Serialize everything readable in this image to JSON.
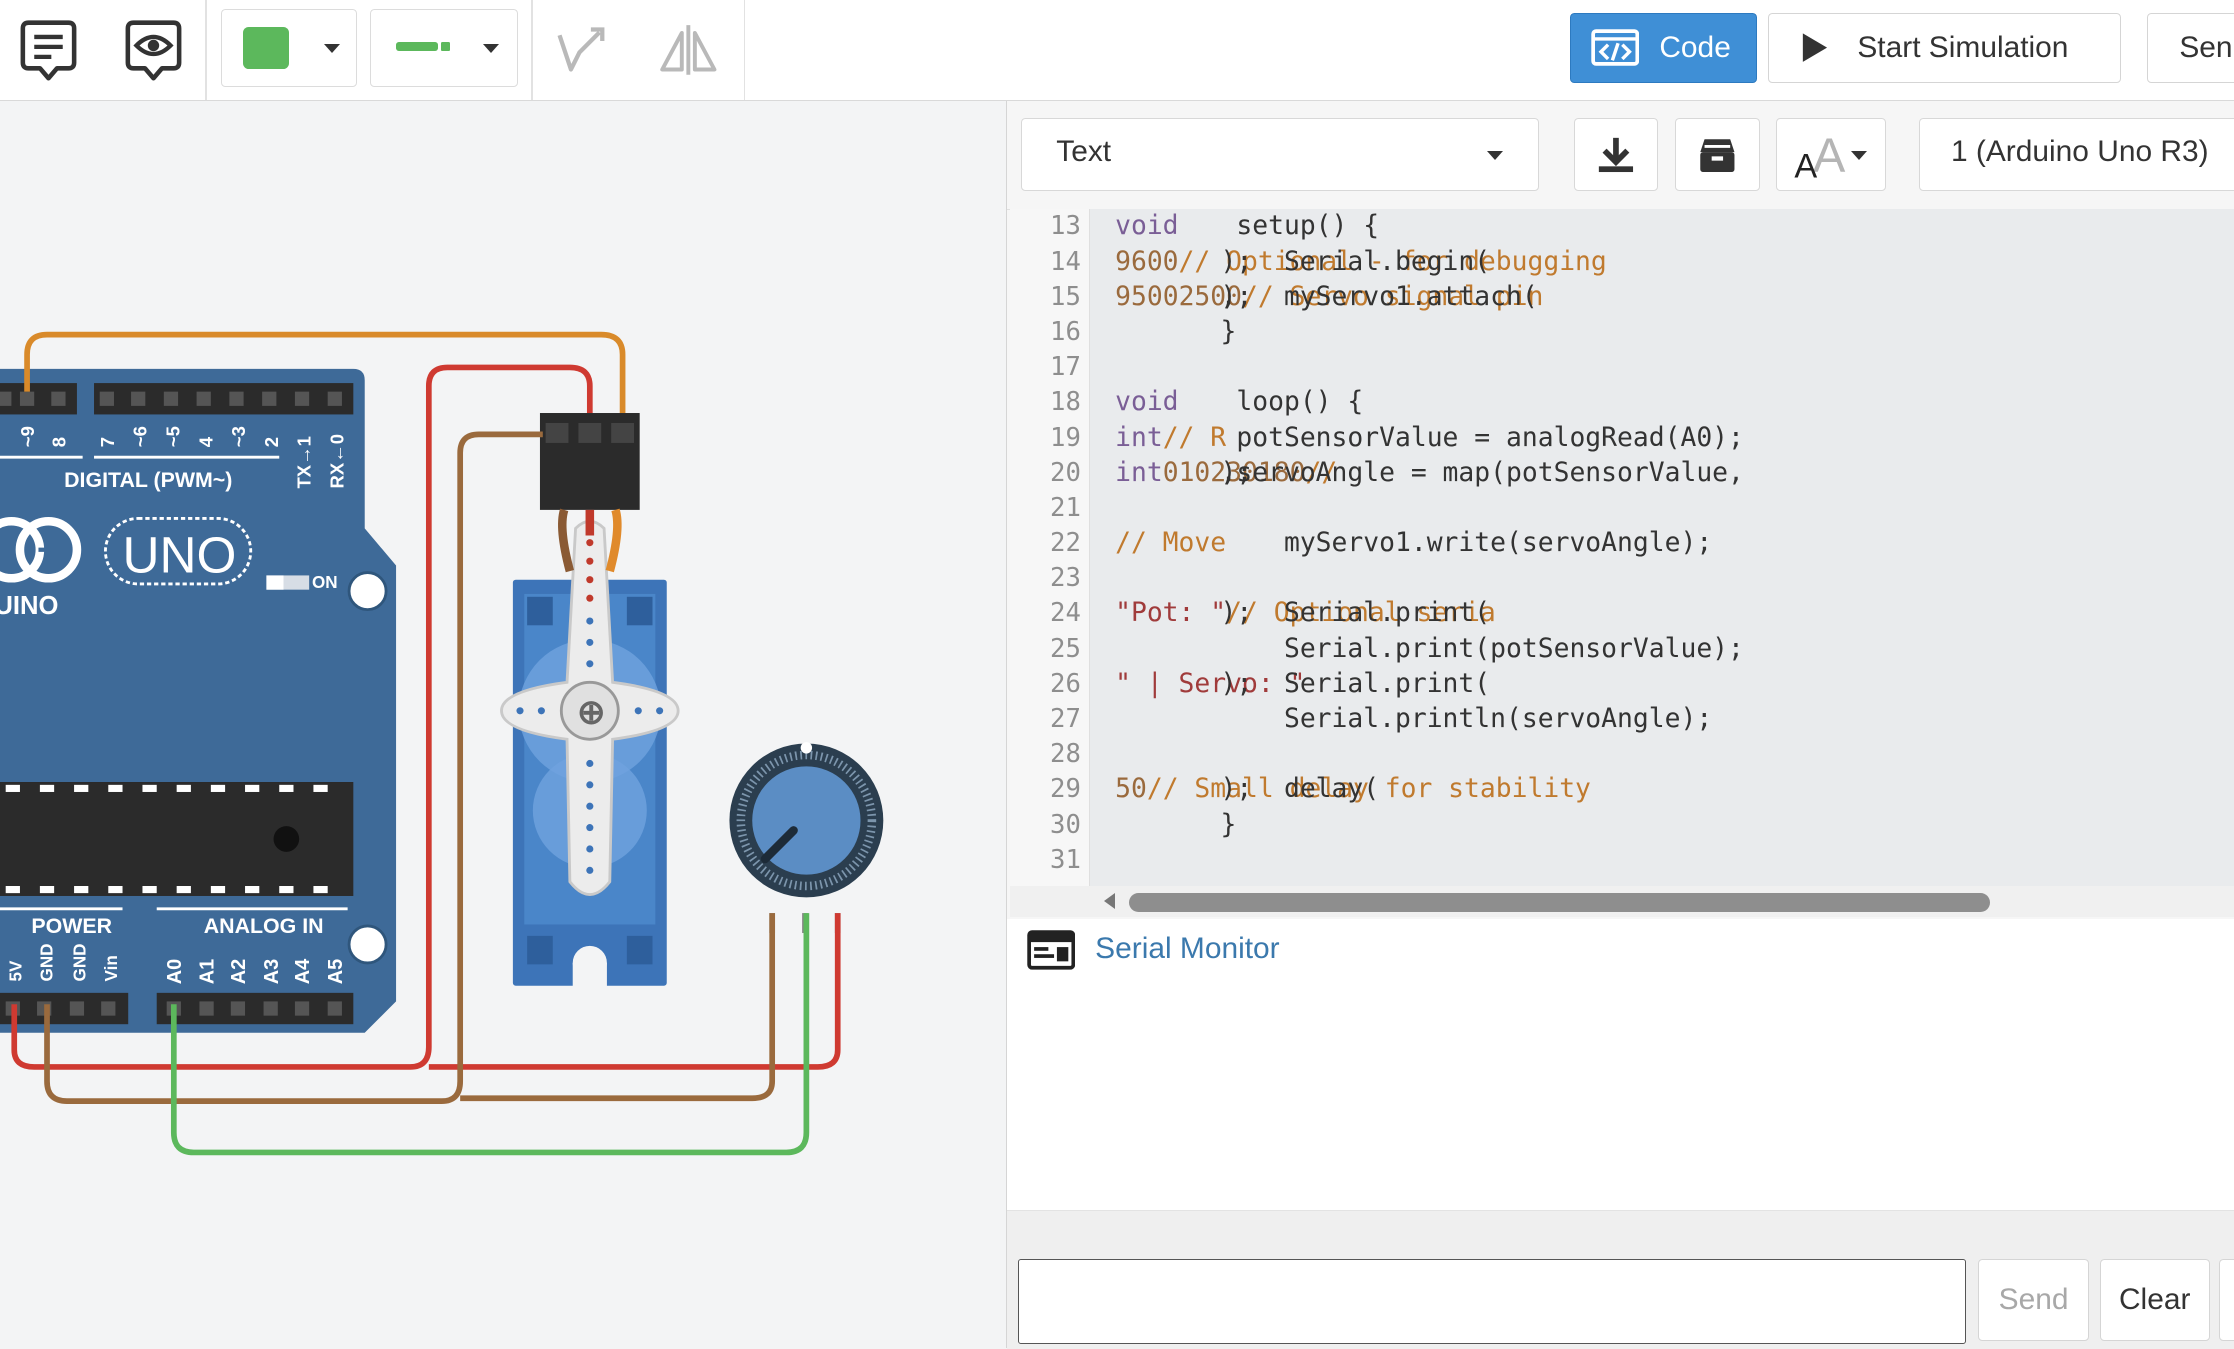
{
  "toolbar": {
    "code_label": "Code",
    "start_sim_label": "Start Simulation",
    "send_label_partial": "Sen",
    "wire_color": "#5cb85c",
    "accent_color": "#3f8fd6"
  },
  "code_panel": {
    "mode_select": "Text",
    "device_select": "1 (Arduino Uno R3)",
    "lines": [
      {
        "n": "13",
        "segments": [
          [
            "kw",
            "void"
          ],
          [
            "tx",
            " setup() {"
          ]
        ]
      },
      {
        "n": "14",
        "segments": [
          [
            "tx",
            "    Serial.begin("
          ],
          [
            "num",
            "9600"
          ],
          [
            "tx",
            "); "
          ],
          [
            "cm",
            "// Optional - for debugging"
          ]
        ]
      },
      {
        "n": "15",
        "segments": [
          [
            "tx",
            "    myServo1.attach("
          ],
          [
            "num",
            "9"
          ],
          [
            "tx",
            ", "
          ],
          [
            "num",
            "500"
          ],
          [
            "tx",
            ", "
          ],
          [
            "num",
            "2500"
          ],
          [
            "tx",
            "); "
          ],
          [
            "cm",
            "// Servo signal pin"
          ]
        ]
      },
      {
        "n": "16",
        "segments": [
          [
            "tx",
            "}"
          ]
        ]
      },
      {
        "n": "17",
        "segments": []
      },
      {
        "n": "18",
        "segments": [
          [
            "kw",
            "void"
          ],
          [
            "tx",
            " loop() {"
          ]
        ]
      },
      {
        "n": "19",
        "segments": [
          [
            "tx",
            "    "
          ],
          [
            "kw",
            "int"
          ],
          [
            "tx",
            " potSensorValue = analogRead(A0);                 "
          ],
          [
            "cm",
            "// R"
          ]
        ]
      },
      {
        "n": "20",
        "segments": [
          [
            "tx",
            "    "
          ],
          [
            "kw",
            "int"
          ],
          [
            "tx",
            " servoAngle = map(potSensorValue, "
          ],
          [
            "num",
            "0"
          ],
          [
            "tx",
            ", "
          ],
          [
            "num",
            "1023"
          ],
          [
            "tx",
            ", "
          ],
          [
            "num",
            "0"
          ],
          [
            "tx",
            ", "
          ],
          [
            "num",
            "180"
          ],
          [
            "tx",
            "); "
          ],
          [
            "cm",
            "//"
          ]
        ]
      },
      {
        "n": "21",
        "segments": []
      },
      {
        "n": "22",
        "segments": [
          [
            "tx",
            "    myServo1.write(servoAngle);                            "
          ],
          [
            "cm",
            "// Move"
          ]
        ]
      },
      {
        "n": "23",
        "segments": []
      },
      {
        "n": "24",
        "segments": [
          [
            "tx",
            "    Serial.print("
          ],
          [
            "str",
            "\"Pot: \""
          ],
          [
            "tx",
            ");                      "
          ],
          [
            "cm",
            "// Optional seria"
          ]
        ]
      },
      {
        "n": "25",
        "segments": [
          [
            "tx",
            "    Serial.print(potSensorValue);"
          ]
        ]
      },
      {
        "n": "26",
        "segments": [
          [
            "tx",
            "    Serial.print("
          ],
          [
            "str",
            "\" | Servo: \""
          ],
          [
            "tx",
            ");"
          ]
        ]
      },
      {
        "n": "27",
        "segments": [
          [
            "tx",
            "    Serial.println(servoAngle);"
          ]
        ]
      },
      {
        "n": "28",
        "segments": []
      },
      {
        "n": "29",
        "segments": [
          [
            "tx",
            "    delay("
          ],
          [
            "num",
            "50"
          ],
          [
            "tx",
            "); "
          ],
          [
            "cm",
            "// Small delay for stability"
          ]
        ]
      },
      {
        "n": "30",
        "segments": [
          [
            "tx",
            "}"
          ]
        ]
      },
      {
        "n": "31",
        "segments": []
      }
    ]
  },
  "serial_monitor": {
    "title": "Serial Monitor",
    "input_value": "",
    "send_label": "Send",
    "clear_label": "Clear"
  },
  "board": {
    "digital_label": "DIGITAL (PWM~)",
    "uno_label": "UNO",
    "brand_partial": "UINO",
    "on_label": "ON",
    "power_label": "POWER",
    "analog_label": "ANALOG IN",
    "digital_pins": [
      "~9",
      "8",
      "7",
      "~6",
      "~5",
      "4",
      "~3",
      "2",
      "TX→1",
      "RX←0"
    ],
    "power_pins": [
      "5V",
      "GND",
      "GND",
      "Vin"
    ],
    "analog_pins": [
      "A0",
      "A1",
      "A2",
      "A3",
      "A4",
      "A5"
    ],
    "board_color": "#3e6a98"
  }
}
